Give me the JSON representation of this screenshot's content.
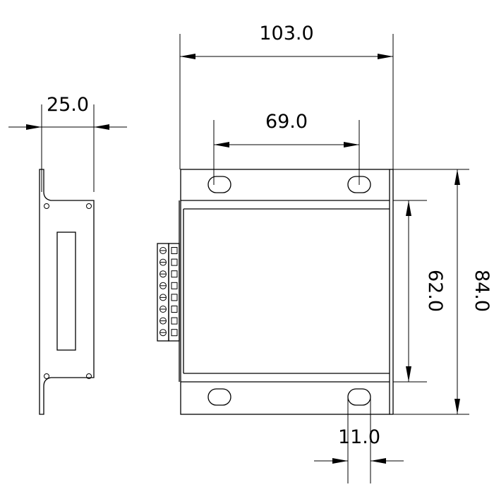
{
  "dimensions": {
    "overall_width": "103.0",
    "hole_spacing": "69.0",
    "side_depth": "25.0",
    "body_height": "62.0",
    "overall_height": "84.0",
    "slot_width": "11.0"
  },
  "colors": {
    "line": "#000000",
    "background": "#ffffff"
  }
}
